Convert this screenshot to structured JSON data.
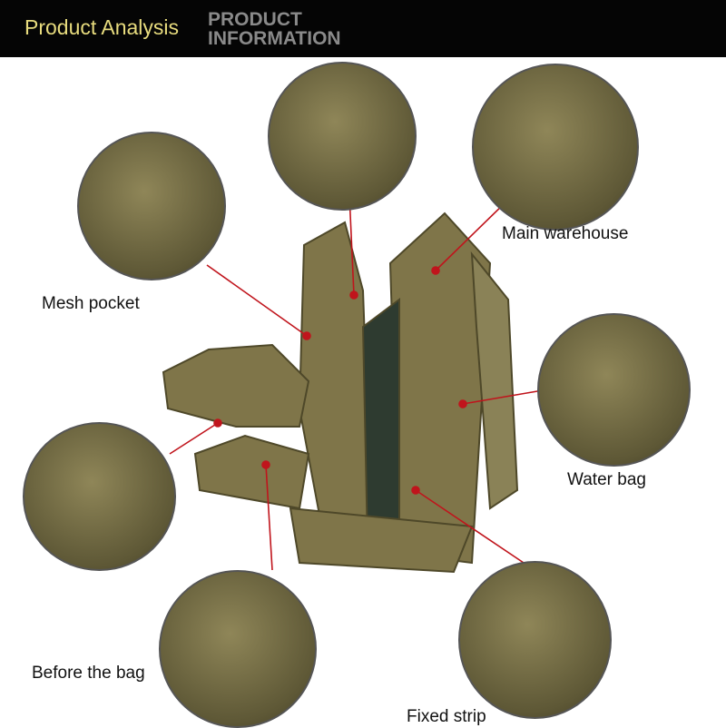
{
  "header": {
    "title": "Product Analysis",
    "subtitle_line1": "PRODUCT",
    "subtitle_line2": "INFORMATION"
  },
  "labels": {
    "mesh_pocket": "Mesh pocket",
    "main_warehouse": "Main warehouse",
    "water_bag": "Water bag",
    "before_bag": "Before the bag",
    "fixed_strip": "Fixed strip"
  },
  "colors": {
    "line": "#c0141c",
    "bag": "#7f7549",
    "title": "#e8dc7e"
  }
}
